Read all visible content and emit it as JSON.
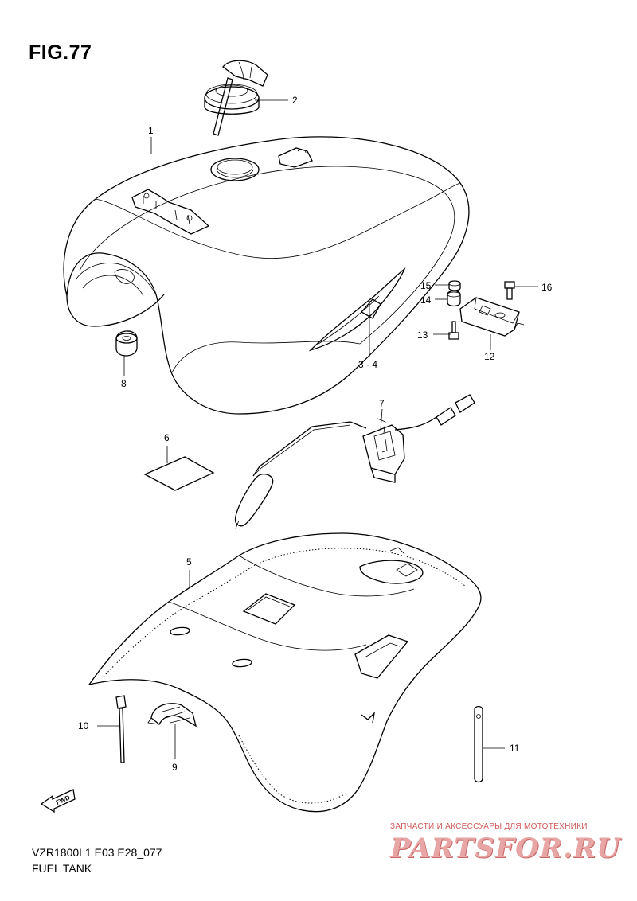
{
  "figure": {
    "title": "FIG.77",
    "model_code": "VZR1800L1 E03 E28_077",
    "caption": "FUEL TANK"
  },
  "callouts": [
    "1",
    "2",
    "3 · 4",
    "5",
    "6",
    "7",
    "8",
    "9",
    "10",
    "11",
    "12",
    "13",
    "14",
    "15",
    "16"
  ],
  "watermark": {
    "subtitle": "ЗАПЧАСТИ И АКСЕССУАРЫ ДЛЯ МОТОТЕХНИКИ",
    "brand": "PARTSFOR.RU"
  },
  "fwd_label": "FWD",
  "colors": {
    "line": "#000000",
    "background": "#ffffff",
    "watermark": "#d15a5a"
  }
}
